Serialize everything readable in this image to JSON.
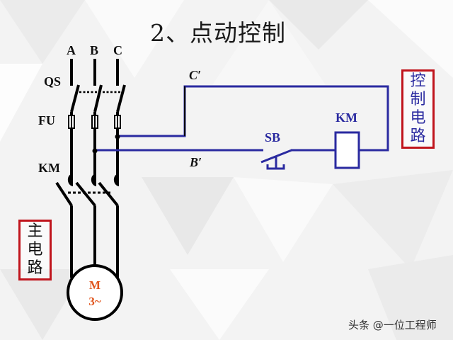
{
  "title": "2、点动控制",
  "colors": {
    "main_circuit": "#000000",
    "control_circuit": "#2a2aa0",
    "label_box_border": "#c0141c",
    "motor_text": "#e0541c",
    "main_box_text": "#111111",
    "control_box_text": "#2a2aa0"
  },
  "phases": {
    "a": "A",
    "b": "B",
    "c": "C"
  },
  "labels": {
    "qs": "QS",
    "fu": "FU",
    "km_main": "KM",
    "c_prime": "C′",
    "b_prime": "B′",
    "sb": "SB",
    "km_coil": "KM"
  },
  "motor": {
    "line1": "M",
    "line2": "3~"
  },
  "main_circuit_box": {
    "chars": [
      "主",
      "电",
      "路"
    ]
  },
  "control_circuit_box": {
    "chars": [
      "控",
      "制",
      "电",
      "路"
    ]
  },
  "watermark": "头条 @一位工程师"
}
